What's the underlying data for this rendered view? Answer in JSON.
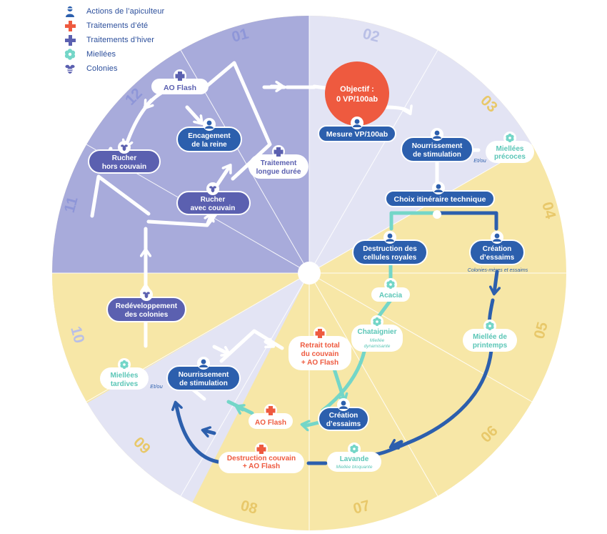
{
  "colors": {
    "lavender": "#a8abdb",
    "lavender_light": "#e3e4f4",
    "yellow": "#f7e7a7",
    "blue": "#2c5fad",
    "indigo": "#5b60b0",
    "red": "#ee5a3f",
    "teal": "#74d6c8",
    "number_blue": "#8e96d8",
    "number_yellow": "#e8c86a"
  },
  "legend": [
    {
      "icon": "beekeeper-icon",
      "label": "Actions de l’apiculteur"
    },
    {
      "icon": "red-cross-icon",
      "label": "Traitements d’été"
    },
    {
      "icon": "purple-cross-icon",
      "label": "Traitements d’hiver"
    },
    {
      "icon": "flower-icon",
      "label": "Miellées"
    },
    {
      "icon": "bee-icon",
      "label": "Colonies"
    }
  ],
  "months": {
    "m01": "01",
    "m02": "02",
    "m03": "03",
    "m04": "04",
    "m05": "05",
    "m06": "06",
    "m07": "07",
    "m08": "08",
    "m09": "09",
    "m10": "10",
    "m11": "11",
    "m12": "12"
  },
  "nodes": {
    "objective": [
      "Objectif :",
      "0 VP/100ab"
    ],
    "mesure": [
      "Mesure VP/100ab"
    ],
    "nourrissement_top": [
      "Nourrissement",
      "de stimulation"
    ],
    "miellees_precoces": [
      "Miellées",
      "précoces"
    ],
    "etou_top": "Et/ou",
    "choix": [
      "Choix itinéraire technique"
    ],
    "destruction_cellules": [
      "Destruction des",
      "cellules royales"
    ],
    "creation_top": [
      "Création",
      "d’essaims"
    ],
    "colonies_meres": "Colonies-mères et essaims",
    "acacia": [
      "Acacia"
    ],
    "chataignier": [
      "Chataignier"
    ],
    "chataignier_sub": [
      "Miellée",
      "dynamisante"
    ],
    "miellee_printemps": [
      "Miellée de",
      "printemps"
    ],
    "lavande": [
      "Lavande"
    ],
    "lavande_sub": "Miellée bloquante",
    "destruction_couvain": [
      "Destruction couvain",
      "+ AO Flash"
    ],
    "ao_flash_mid": [
      "AO Flash"
    ],
    "creation_bottom": [
      "Création",
      "d’essaims"
    ],
    "retrait": [
      "Retrait total",
      "du couvain",
      "+ AO Flash"
    ],
    "nourrissement_bottom": [
      "Nourrissement",
      "de stimulation"
    ],
    "miellees_tardives": [
      "Miellées",
      "tardives"
    ],
    "etou_bottom": "Et/ou",
    "redeveloppement": [
      "Redéveloppement",
      "des colonies"
    ],
    "rucher_hors": [
      "Rucher",
      "hors couvain"
    ],
    "rucher_avec": [
      "Rucher",
      "avec couvain"
    ],
    "encagement": [
      "Encagement",
      "de la reine"
    ],
    "ao_flash_top": [
      "AO Flash"
    ],
    "traitement_longue": [
      "Traitement",
      "longue durée"
    ]
  }
}
